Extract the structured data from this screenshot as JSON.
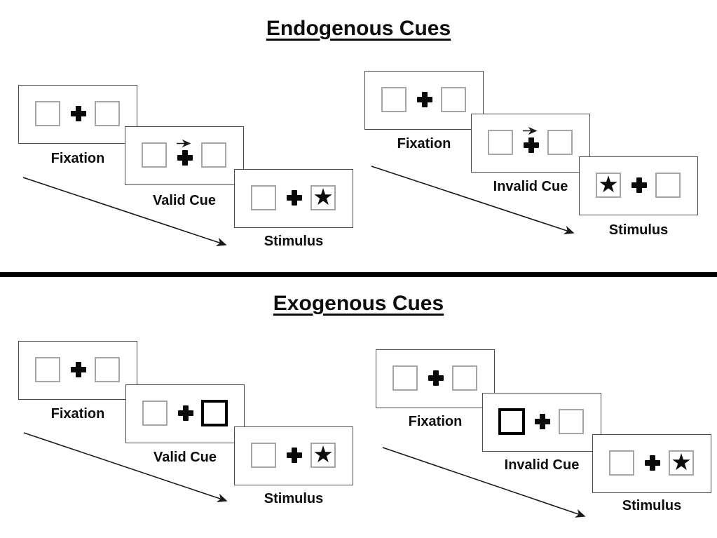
{
  "sections": [
    {
      "title": "Endogenous Cues"
    },
    {
      "title": "Exogenous Cues"
    }
  ],
  "panels": [
    {
      "name": "endogenous-valid",
      "cue_style": "central-arrow",
      "steps": [
        {
          "label": "Fixation",
          "content": "empty-squares"
        },
        {
          "label": "Valid Cue",
          "content": "arrow-cue-pointing-right"
        },
        {
          "label": "Stimulus",
          "content": "star-in-right-square"
        }
      ]
    },
    {
      "name": "endogenous-invalid",
      "cue_style": "central-arrow",
      "steps": [
        {
          "label": "Fixation",
          "content": "empty-squares"
        },
        {
          "label": "Invalid Cue",
          "content": "arrow-cue-pointing-right"
        },
        {
          "label": "Stimulus",
          "content": "star-in-left-square"
        }
      ]
    },
    {
      "name": "exogenous-valid",
      "cue_style": "peripheral-box-highlight",
      "steps": [
        {
          "label": "Fixation",
          "content": "empty-squares"
        },
        {
          "label": "Valid Cue",
          "content": "highlighted-right-square"
        },
        {
          "label": "Stimulus",
          "content": "star-in-right-square"
        }
      ]
    },
    {
      "name": "exogenous-invalid",
      "cue_style": "peripheral-box-highlight",
      "steps": [
        {
          "label": "Fixation",
          "content": "empty-squares"
        },
        {
          "label": "Invalid Cue",
          "content": "highlighted-left-square"
        },
        {
          "label": "Stimulus",
          "content": "star-in-right-square"
        }
      ]
    }
  ],
  "icons": {
    "star_glyph": "★",
    "fixation_cross": "heavy-plus-css-shape",
    "cue_arrow": "thin-right-arrow-svg",
    "sequence_arrow": "diagonal-down-right-arrow-svg"
  },
  "colors": {
    "ink": "#0d0d0d",
    "card_border": "#4a4a4a",
    "square_border": "#a6a6a6",
    "highlight_border": "#000000",
    "divider": "#000000",
    "background": "#ffffff"
  }
}
